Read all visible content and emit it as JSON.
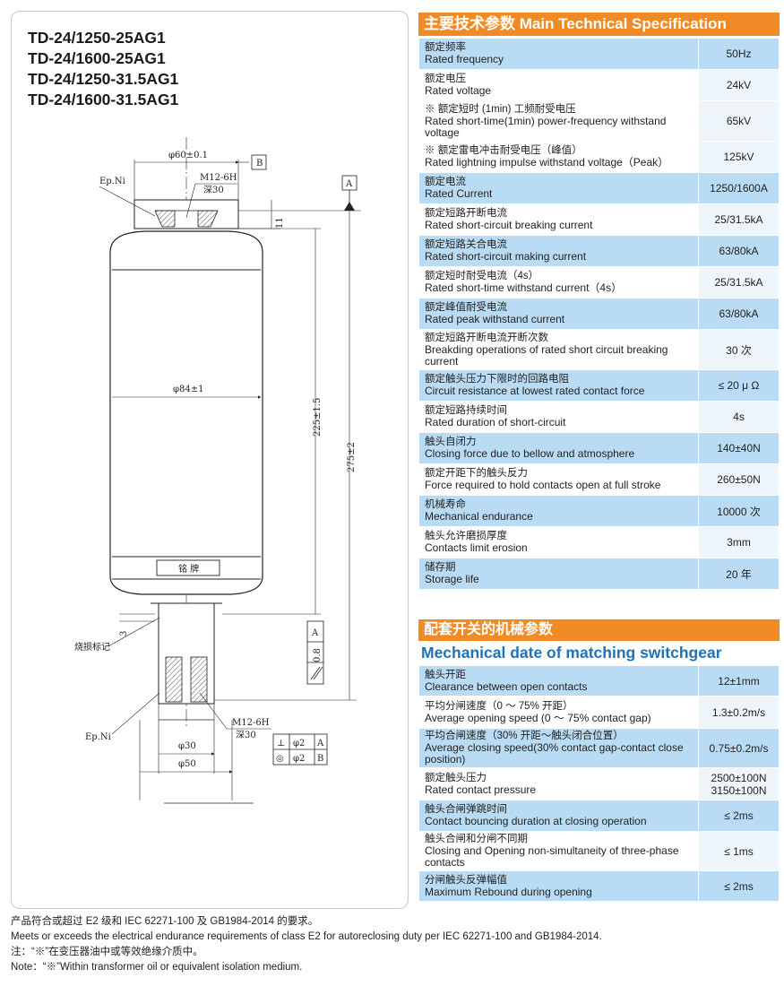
{
  "models": [
    "TD-24/1250-25AG1",
    "TD-24/1600-25AG1",
    "TD-24/1250-31.5AG1",
    "TD-24/1600-31.5AG1"
  ],
  "drawing": {
    "dia_top": "φ60±0.1",
    "ref_b": "B",
    "ref_a": "A",
    "ep_ni_top": "Ep.Ni",
    "thread_top": "M12-6H",
    "depth_top": "深30",
    "dim_11": "11",
    "dia_body": "φ84±1",
    "len_225": "225±1.5",
    "len_275": "275±2",
    "nameplate": "铭 牌",
    "dim_3": "3",
    "wear_mark": "烧损标记",
    "tol_box": "0.8",
    "tol_box_ref": "A",
    "ep_ni_bottom": "Ep.Ni",
    "thread_bottom": "M12-6H",
    "depth_bottom": "深30",
    "dia_30": "φ30",
    "dia_50": "φ50",
    "tol1_sym": "⊥",
    "tol1_val": "φ2",
    "tol1_ref": "A",
    "tol2_sym": "◎",
    "tol2_val": "φ2",
    "tol2_ref": "B"
  },
  "spec": {
    "title": "主要技术参数 Main Technical Specification",
    "rows": [
      {
        "zh": "额定频率",
        "en": "Rated frequency",
        "value": "50Hz"
      },
      {
        "zh": "额定电压",
        "en": "Rated voltage",
        "value": "24kV"
      },
      {
        "zh": "※ 额定短时 (1min) 工频耐受电压",
        "en": "Rated short-time(1min) power-frequency withstand voltage",
        "value": "65kV"
      },
      {
        "zh": "※ 额定雷电冲击耐受电压（峰值）",
        "en": "Rated lightning impulse withstand voltage（Peak）",
        "value": "125kV"
      },
      {
        "zh": "额定电流",
        "en": "Rated Current",
        "value": "1250/1600A"
      },
      {
        "zh": "额定短路开断电流",
        "en": "Rated short-circuit breaking current",
        "value": "25/31.5kA"
      },
      {
        "zh": "额定短路关合电流",
        "en": "Rated short-circuit making current",
        "value": "63/80kA"
      },
      {
        "zh": "额定短时耐受电流（4s）",
        "en": "Rated short-time withstand current（4s）",
        "value": "25/31.5kA"
      },
      {
        "zh": "额定峰值耐受电流",
        "en": "Rated peak withstand current",
        "value": "63/80kA"
      },
      {
        "zh": "额定短路开断电流开断次数",
        "en": "Breakding operations of rated short circuit breaking current",
        "value": "30 次"
      },
      {
        "zh": "额定触头压力下限时的回路电阻",
        "en": "Circuit resistance at lowest rated contact force",
        "value": "≤ 20 μ Ω"
      },
      {
        "zh": "额定短路持续时间",
        "en": "Rated duration of short-circuit",
        "value": "4s"
      },
      {
        "zh": "触头自闭力",
        "en": "Closing force due to bellow and atmosphere",
        "value": "140±40N"
      },
      {
        "zh": "额定开距下的触头反力",
        "en": "Force required to hold contacts open at full stroke",
        "value": "260±50N"
      },
      {
        "zh": "机械寿命",
        "en": "Mechanical endurance",
        "value": "10000 次"
      },
      {
        "zh": "触头允许磨损厚度",
        "en": "Contacts limit erosion",
        "value": "3mm"
      },
      {
        "zh": "储存期",
        "en": "Storage life",
        "value": "20 年"
      }
    ]
  },
  "mech": {
    "title": "配套开关的机械参数",
    "subtitle": "Mechanical date of matching switchgear",
    "rows": [
      {
        "zh": "触头开距",
        "en": "Clearance between open contacts",
        "value": "12±1mm"
      },
      {
        "zh": "平均分闸速度（0 ～ 75% 开距）",
        "en": "Average opening speed (0 ～ 75% contact gap)",
        "value": "1.3±0.2m/s"
      },
      {
        "zh": "平均合闸速度（30% 开距～触头闭合位置）",
        "en": "Average closing speed(30% contact gap-contact close position)",
        "value": "0.75±0.2m/s"
      },
      {
        "zh": "额定触头压力",
        "en": "Rated contact pressure",
        "value": "2500±100N",
        "value2": "3150±100N"
      },
      {
        "zh": "触头合闸弹跳时间",
        "en": "Contact bouncing duration at closing operation",
        "value": "≤ 2ms"
      },
      {
        "zh": "触头合闸和分闸不同期",
        "en": "Closing and Opening non-simultaneity of three-phase contacts",
        "value": "≤ 1ms"
      },
      {
        "zh": "分闸触头反弹幅值",
        "en": "Maximum Rebound during opening",
        "value": "≤ 2ms"
      }
    ]
  },
  "notes": [
    "产品符合或超过 E2 级和 IEC 62271-100 及 GB1984-2014 的要求。",
    "Meets or exceeds the electrical endurance requirements of class E2 for autoreclosing duty per IEC 62271-100 and GB1984-2014.",
    "注：“※”在变压器油中或等效绝缘介质中。",
    "Note：“※”Within transformer oil or equivalent isolation medium."
  ]
}
